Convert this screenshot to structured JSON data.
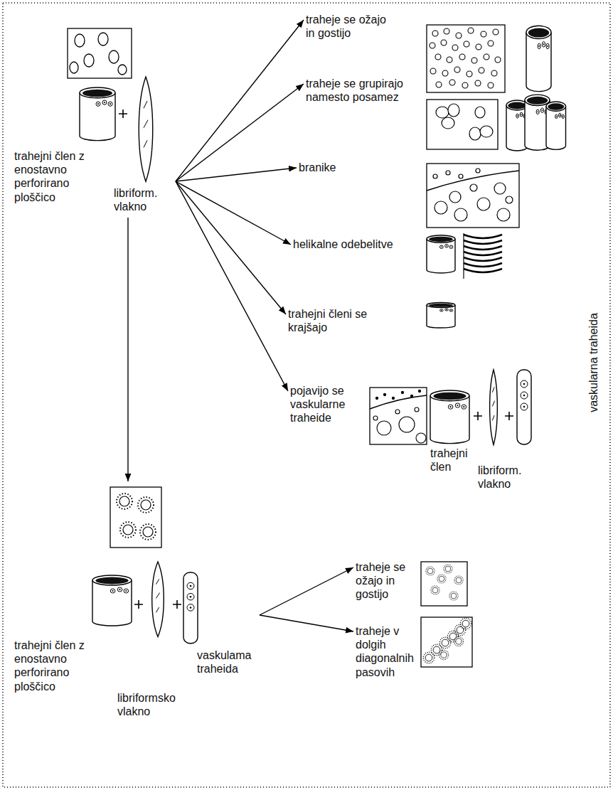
{
  "diagram": {
    "nodes": [
      {
        "text": [
          "trahejni člen z enostavno perforirano ploščico",
          "libriform. vlakno"
        ]
      },
      {
        "text": [
          "traheje se ožajo in gostijo"
        ]
      },
      {
        "text": [
          "traheje se grupirajo namesto posamez"
        ]
      },
      {
        "text": [
          "branike"
        ]
      },
      {
        "text": [
          "helikalne odebelitve"
        ]
      },
      {
        "text": [
          "trahejni členi se krajšajo"
        ]
      },
      {
        "text": [
          "pojavijo se vaskularne traheide"
        ]
      },
      {
        "text": [
          "trahejni člen z enostavno perforirano ploščico",
          "libriformsko vlakno",
          "vaskulama traheida"
        ]
      },
      {
        "text": [
          "traheje se ožajo in gostijo"
        ]
      },
      {
        "text": [
          "traheje v dolgih diagonalnih pasovih"
        ]
      }
    ],
    "edges": [
      {
        "from": 0,
        "to": 1,
        "arrow": "to"
      },
      {
        "from": 0,
        "to": 2,
        "arrow": "to"
      },
      {
        "from": 0,
        "to": 3,
        "arrow": "to"
      },
      {
        "from": 0,
        "to": 4,
        "arrow": "to"
      },
      {
        "from": 0,
        "to": 5,
        "arrow": "to"
      },
      {
        "from": 0,
        "to": 6,
        "arrow": "to"
      },
      {
        "from": 0,
        "to": 7,
        "arrow": "to"
      },
      {
        "from": 7,
        "to": 8,
        "arrow": "to"
      },
      {
        "from": 7,
        "to": 9,
        "arrow": "to"
      }
    ],
    "labels": [
      "vaskularna traheida",
      "trahejni člen",
      "libriform. vlakno"
    ]
  }
}
